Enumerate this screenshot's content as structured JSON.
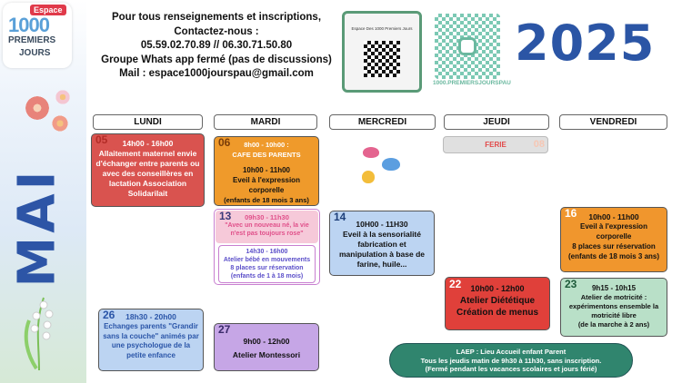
{
  "logo": {
    "badge": "Espace",
    "line1": "1000",
    "line2": "PREMIERS",
    "line3": "JOURS"
  },
  "month": "MAI",
  "year": "2025",
  "contact": {
    "line1": "Pour tous renseignements et inscriptions,",
    "line2": "Contactez-nous :",
    "line3": "05.59.02.70.89 // 06.30.71.50.80",
    "line4": "Groupe Whats app fermé (pas de discussions)",
    "line5": "Mail : espace1000jourspau@gmail.com"
  },
  "qr_whatsapp_caption": "Espace Des 1000 Premiers Jours",
  "qr_instagram_label": "1000.PREMIERSJOURSPAU",
  "days": [
    "LUNDI",
    "MARDI",
    "MERCREDI",
    "JEUDI",
    "VENDREDI"
  ],
  "holiday": {
    "label": "FERIE",
    "num": "08"
  },
  "events": {
    "e05": {
      "num": "05",
      "time": "14h00 - 16h00",
      "text": "Allaitement maternel envie d'échanger entre parents ou avec des conseillères en lactation Association Solidarilait"
    },
    "e06": {
      "num": "06",
      "time": "8h00 - 10h00 :",
      "title": "CAFE DES PARENTS",
      "time2": "10h00 - 11h00",
      "text": "Eveil à l'expression corporelle",
      "text2": "(enfants de 18 mois 3 ans)"
    },
    "e13a": {
      "num": "13",
      "time": "09h30 - 11h30",
      "text": "\"Avec un nouveau né, la vie n'est pas toujours rose\""
    },
    "e13b": {
      "time": "14h30 - 16h00",
      "text": "Atelier bébé en mouvements",
      "text2": "8 places sur réservation",
      "text3": "(enfants de 1 à 18 mois)"
    },
    "e14": {
      "num": "14",
      "time": "10H00 - 11H30",
      "text": "Eveil à la sensorialité fabrication et manipulation à base de farine, huile..."
    },
    "e16": {
      "num": "16",
      "time": "10h00 - 11h00",
      "text": "Eveil à l'expression corporelle",
      "text2": "8 places sur réservation",
      "text3": "(enfants de 18 mois 3 ans)"
    },
    "e22": {
      "num": "22",
      "time": "10h00 - 12h00",
      "text": "Atelier Diététique",
      "text2": "Création de menus"
    },
    "e23": {
      "num": "23",
      "time": "9h15 - 10h15",
      "text": "Atelier de motricité : expérimentons ensemble la motricité libre",
      "text2": "(de la marche à 2 ans)"
    },
    "e26": {
      "num": "26",
      "time": "18h30 - 20h00",
      "text": "Echanges parents \"Grandir sans la couche\" animés par une psychologue de la petite enfance"
    },
    "e27": {
      "num": "27",
      "time": "9h00 - 12h00",
      "text": "Atelier Montessori"
    }
  },
  "laep": {
    "line1": "LAEP : Lieu Accueil enfant Parent",
    "line2": "Tous les jeudis matin de 9h30 à 11h30, sans inscription.",
    "line3": "(Fermé pendant les vacances scolaires et jours férié)"
  },
  "colors": {
    "year": "#2b55a5",
    "month": "#2d55a6",
    "mon": "#d9534f",
    "tue": "#ef9a2b",
    "pink": "#f6c9d9",
    "blue": "#b7cff0",
    "orange": "#f0962d",
    "red": "#e0403a",
    "green": "#b9e0c8",
    "lightblue": "#bcd4f2",
    "purple": "#c6a6e6",
    "laep": "#30856e"
  }
}
